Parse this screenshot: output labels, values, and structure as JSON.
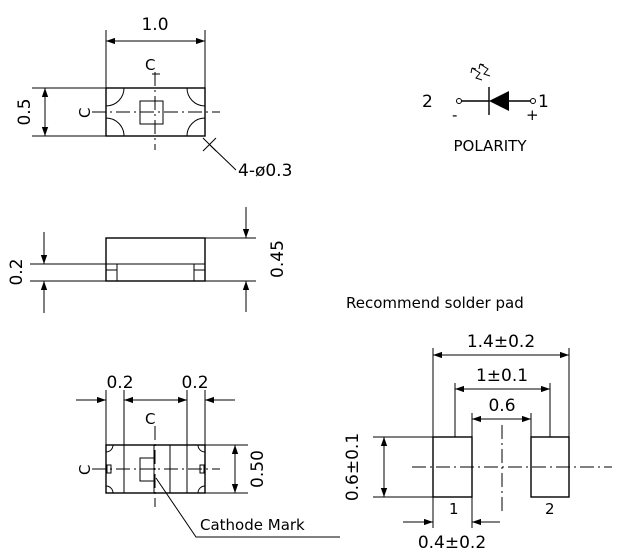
{
  "top_view": {
    "width_dim": "1.0",
    "height_dim": "0.5",
    "centerline_mark": "C",
    "hole_dim": "4-ø0.3"
  },
  "polarity": {
    "pin_left": "2",
    "pin_right": "1",
    "minus_sign": "-",
    "plus_sign": "+",
    "label": "POLARITY"
  },
  "side_view": {
    "pad_height_dim": "0.2",
    "total_height_dim": "0.45"
  },
  "bottom_view": {
    "left_dim": "0.2",
    "right_dim": "0.2",
    "height_dim": "0.50",
    "centerline_mark": "C",
    "cathode_label": "Cathode Mark"
  },
  "solder_pad": {
    "title": "Recommend solder pad",
    "overall_dim": "1.4±0.2",
    "center_dim": "1±0.1",
    "gap_dim": "0.6",
    "height_dim": "0.6±0.1",
    "pad_width_dim": "0.4±0.2",
    "pad1_label": "1",
    "pad2_label": "2"
  },
  "colors": {
    "line": "#000000",
    "background": "#ffffff"
  }
}
